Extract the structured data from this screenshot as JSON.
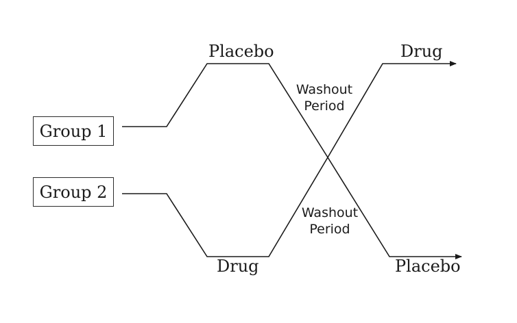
{
  "groups": {
    "group1": "Group 1",
    "group2": "Group 2"
  },
  "period1": {
    "group1_treatment": "Placebo",
    "group2_treatment": "Drug"
  },
  "period2": {
    "group1_treatment": "Drug",
    "group2_treatment": "Placebo"
  },
  "washout_top": {
    "line1": "Washout",
    "line2": "Period"
  },
  "washout_bottom": {
    "line1": "Washout",
    "line2": "Period"
  },
  "colors": {
    "line": "#1a1a1a",
    "text": "#1a1a1a"
  }
}
